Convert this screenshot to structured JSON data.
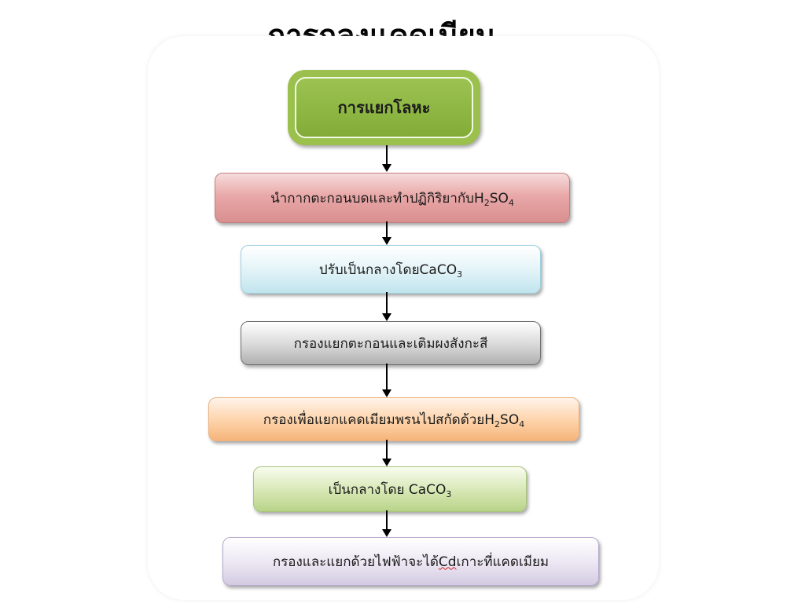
{
  "title": "การถลุงแคดเมียม",
  "steps": [
    {
      "text": "การแยกโลหะ"
    },
    {
      "text_main": "นำกากตะกอนบดและทำปฏิกิริยากับH",
      "sub1": "2",
      "text_mid": "SO",
      "sub2": "4"
    },
    {
      "text_main": "ปรับเป็นกลางโดยCaCO",
      "sub1": "3"
    },
    {
      "text": "กรองแยกตะกอนและเติมผงสังกะสี"
    },
    {
      "text_main": "กรองเพื่อแยกแคดเมียมพรนไปสกัดด้วยH",
      "sub1": "2",
      "text_mid": "SO",
      "sub2": "4"
    },
    {
      "text_main": "เป็นกลางโดย CaCO",
      "sub1": "3"
    },
    {
      "text_before": "กรองและแยกด้วยไฟฟ้าจะได้",
      "text_marked": "Cd",
      "text_after": "เกาะที่แคดเมียม"
    }
  ],
  "colors": {
    "step0": "#9bc04e",
    "step1": "#e9a8a8",
    "step2": "#c0e4ee",
    "step3": "#b0b0b0",
    "step4": "#fdd2a8",
    "step5": "#d6e7b3",
    "step6": "#d4cbe2"
  }
}
